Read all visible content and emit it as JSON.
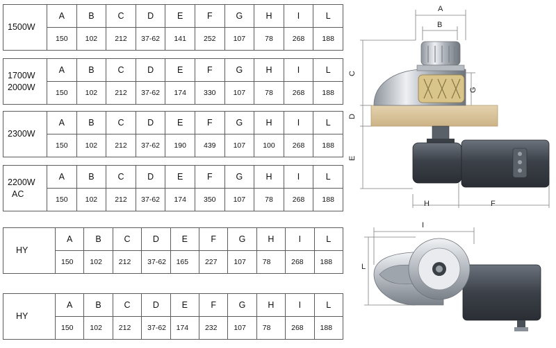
{
  "tables": [
    {
      "model": "1500W",
      "values": [
        "150",
        "102",
        "212",
        "37-62",
        "141",
        "252",
        "107",
        "78",
        "268",
        "188"
      ]
    },
    {
      "model": "1700W 2000W",
      "model_lines": [
        "1700W",
        "2000W"
      ],
      "values": [
        "150",
        "102",
        "212",
        "37-62",
        "174",
        "330",
        "107",
        "78",
        "268",
        "188"
      ]
    },
    {
      "model": "2300W",
      "values": [
        "150",
        "102",
        "212",
        "37-62",
        "190",
        "439",
        "107",
        "100",
        "268",
        "188"
      ]
    },
    {
      "model": "2200W AC",
      "model_lines": [
        "2200W",
        "AC"
      ],
      "values": [
        "150",
        "102",
        "212",
        "37-62",
        "174",
        "350",
        "107",
        "78",
        "268",
        "188"
      ]
    },
    {
      "model": "HY",
      "values": [
        "150",
        "102",
        "212",
        "37-62",
        "165",
        "227",
        "107",
        "78",
        "268",
        "188"
      ]
    },
    {
      "model": "HY",
      "values": [
        "150",
        "102",
        "212",
        "37-62",
        "174",
        "232",
        "107",
        "78",
        "268",
        "188"
      ]
    }
  ],
  "columns": [
    "A",
    "B",
    "C",
    "D",
    "E",
    "F",
    "G",
    "H",
    "I",
    "L"
  ],
  "side_view_labels": {
    "A": "A",
    "B": "B",
    "C": "C",
    "D": "D",
    "E": "E",
    "G": "G",
    "H": "H",
    "F": "F"
  },
  "top_view_labels": {
    "I": "I",
    "L": "L"
  },
  "colors": {
    "grid": "#5b5b5b",
    "deck": "#d8c39c",
    "motor": "#4a5058",
    "chrome": "#c8ccd2"
  }
}
